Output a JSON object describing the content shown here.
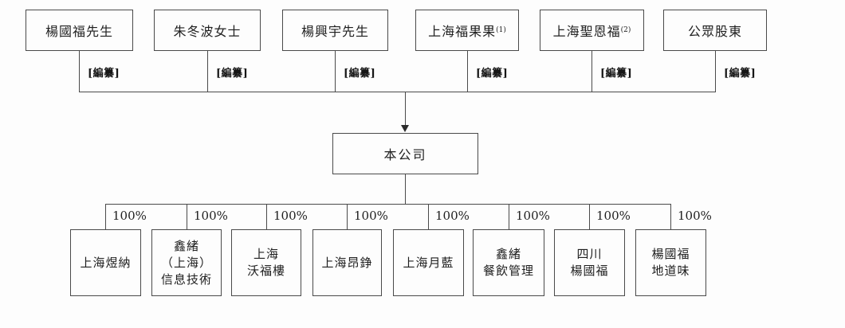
{
  "shareholders": [
    {
      "name": "楊國福先生",
      "note": "",
      "ownership": "[編纂]"
    },
    {
      "name": "朱冬波女士",
      "note": "",
      "ownership": "[編纂]"
    },
    {
      "name": "楊興宇先生",
      "note": "",
      "ownership": "[編纂]"
    },
    {
      "name": "上海福果果",
      "note": "(1)",
      "ownership": "[編纂]"
    },
    {
      "name": "上海聖恩福",
      "note": "(2)",
      "ownership": "[編纂]"
    },
    {
      "name": "公眾股東",
      "note": "",
      "ownership": "[編纂]"
    }
  ],
  "company": {
    "name": "本公司"
  },
  "subsidiaries": [
    {
      "name": "上海煜納",
      "ownership": "100%"
    },
    {
      "name": "鑫緒\n（上海）\n信息技術",
      "ownership": "100%"
    },
    {
      "name": "上海\n沃福樓",
      "ownership": "100%"
    },
    {
      "name": "上海昂錚",
      "ownership": "100%"
    },
    {
      "name": "上海月藍",
      "ownership": "100%"
    },
    {
      "name": "鑫緒\n餐飲管理",
      "ownership": "100%"
    },
    {
      "name": "四川\n楊國福",
      "ownership": "100%"
    },
    {
      "name": "楊國福\n地道味",
      "ownership": "100%"
    }
  ]
}
